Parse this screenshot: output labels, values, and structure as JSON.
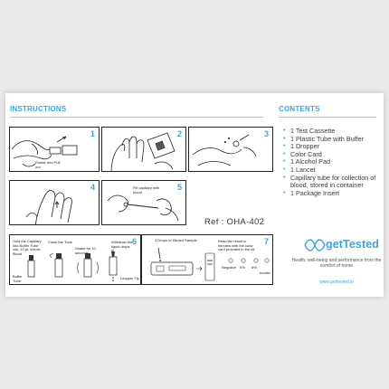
{
  "instructions_title": "INSTRUCTIONS",
  "contents_title": "CONTENTS",
  "steps": [
    {
      "number": "1",
      "caption": "Rotate and Pull out"
    },
    {
      "number": "2"
    },
    {
      "number": "3"
    },
    {
      "number": "4"
    },
    {
      "number": "5",
      "caption": "Fill capillary with blood"
    },
    {
      "number": "6",
      "labels": {
        "a": "Hold the Capillary into Buffer Tube vial, 10 μL Whole Blood",
        "b": "Close the Tube",
        "c": "Shake for 10 seconds",
        "d": "Withdraw the liquid drops in",
        "e": "Buffer Tube",
        "f": "Dropper Tip"
      }
    },
    {
      "number": "7",
      "labels": {
        "a": "3 Drops of Diluted Sample",
        "b": "Read the result in minutes with the color card provided in the kit",
        "c": "Negative",
        "d": "5%",
        "e": "6%",
        "f": "Invalid"
      }
    }
  ],
  "ref": "Ref : OHA-402",
  "contents": [
    "1 Test Cassette",
    "1 Plastic Tube with Buffer",
    "1 Dropper",
    "Color Card",
    "1 Alcohol Pad",
    "1 Lancet",
    "Capillary tube for collection of blood, stored in container",
    "1 Package Insert"
  ],
  "brand": {
    "name": "getTested",
    "tagline": "Health, well-being and performance from the comfort of home",
    "website": "www.gettested.io"
  },
  "colors": {
    "accent": "#3aa7d9",
    "background": "#eaeaea",
    "card": "#ffffff"
  }
}
